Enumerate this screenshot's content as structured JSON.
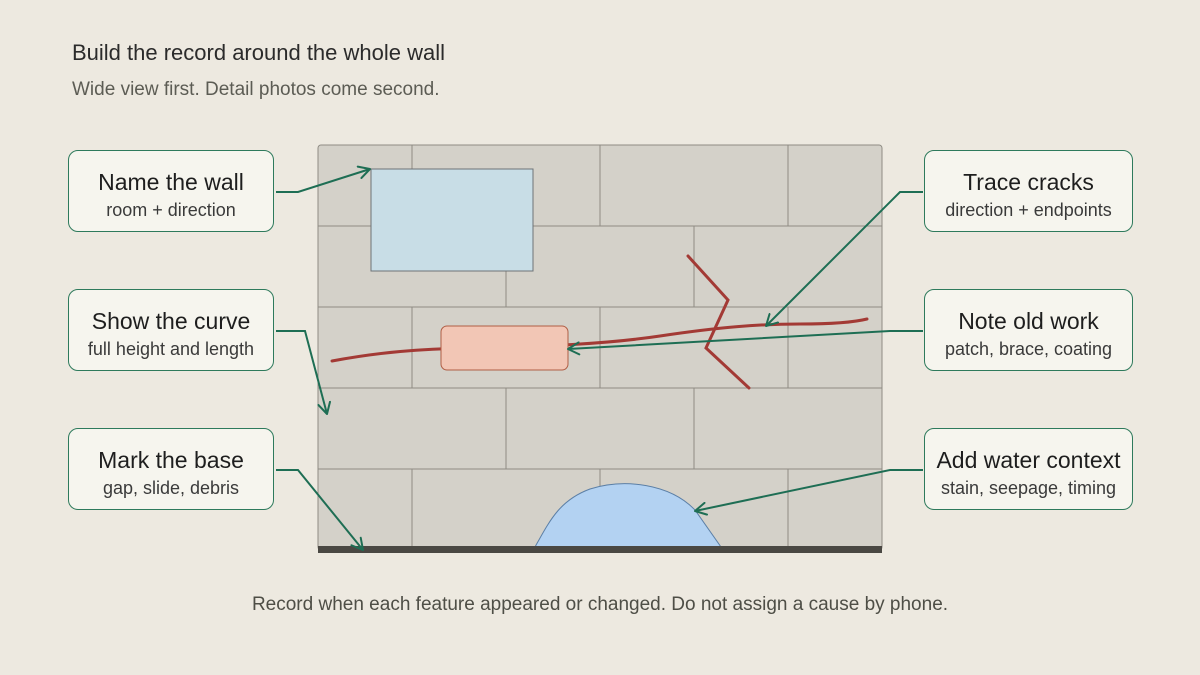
{
  "heading": {
    "title": "Build the record around the whole wall",
    "subtitle": "Wide view first. Detail photos come second."
  },
  "callouts": {
    "name_wall": {
      "title": "Name the wall",
      "sub": "room + direction"
    },
    "show_curve": {
      "title": "Show the curve",
      "sub": "full height and length"
    },
    "mark_base": {
      "title": "Mark the base",
      "sub": "gap, slide, debris"
    },
    "trace_cracks": {
      "title": "Trace cracks",
      "sub": "direction + endpoints"
    },
    "note_old_work": {
      "title": "Note old work",
      "sub": "patch, brace, coating"
    },
    "water_context": {
      "title": "Add water context",
      "sub": "stain, seepage, timing"
    }
  },
  "footer": "Record when each feature appeared or changed. Do not assign a cause by phone.",
  "colors": {
    "background": "#ede9e0",
    "wall": "#d4d1c9",
    "mortar": "#8f8c84",
    "callout_border": "#2e7a5c",
    "arrow": "#1e6e54",
    "crack": "#a33a35",
    "window": "#c8dde6",
    "patch": "#f2c6b5",
    "water": "#b3d2f2",
    "floor": "#4a4843"
  }
}
